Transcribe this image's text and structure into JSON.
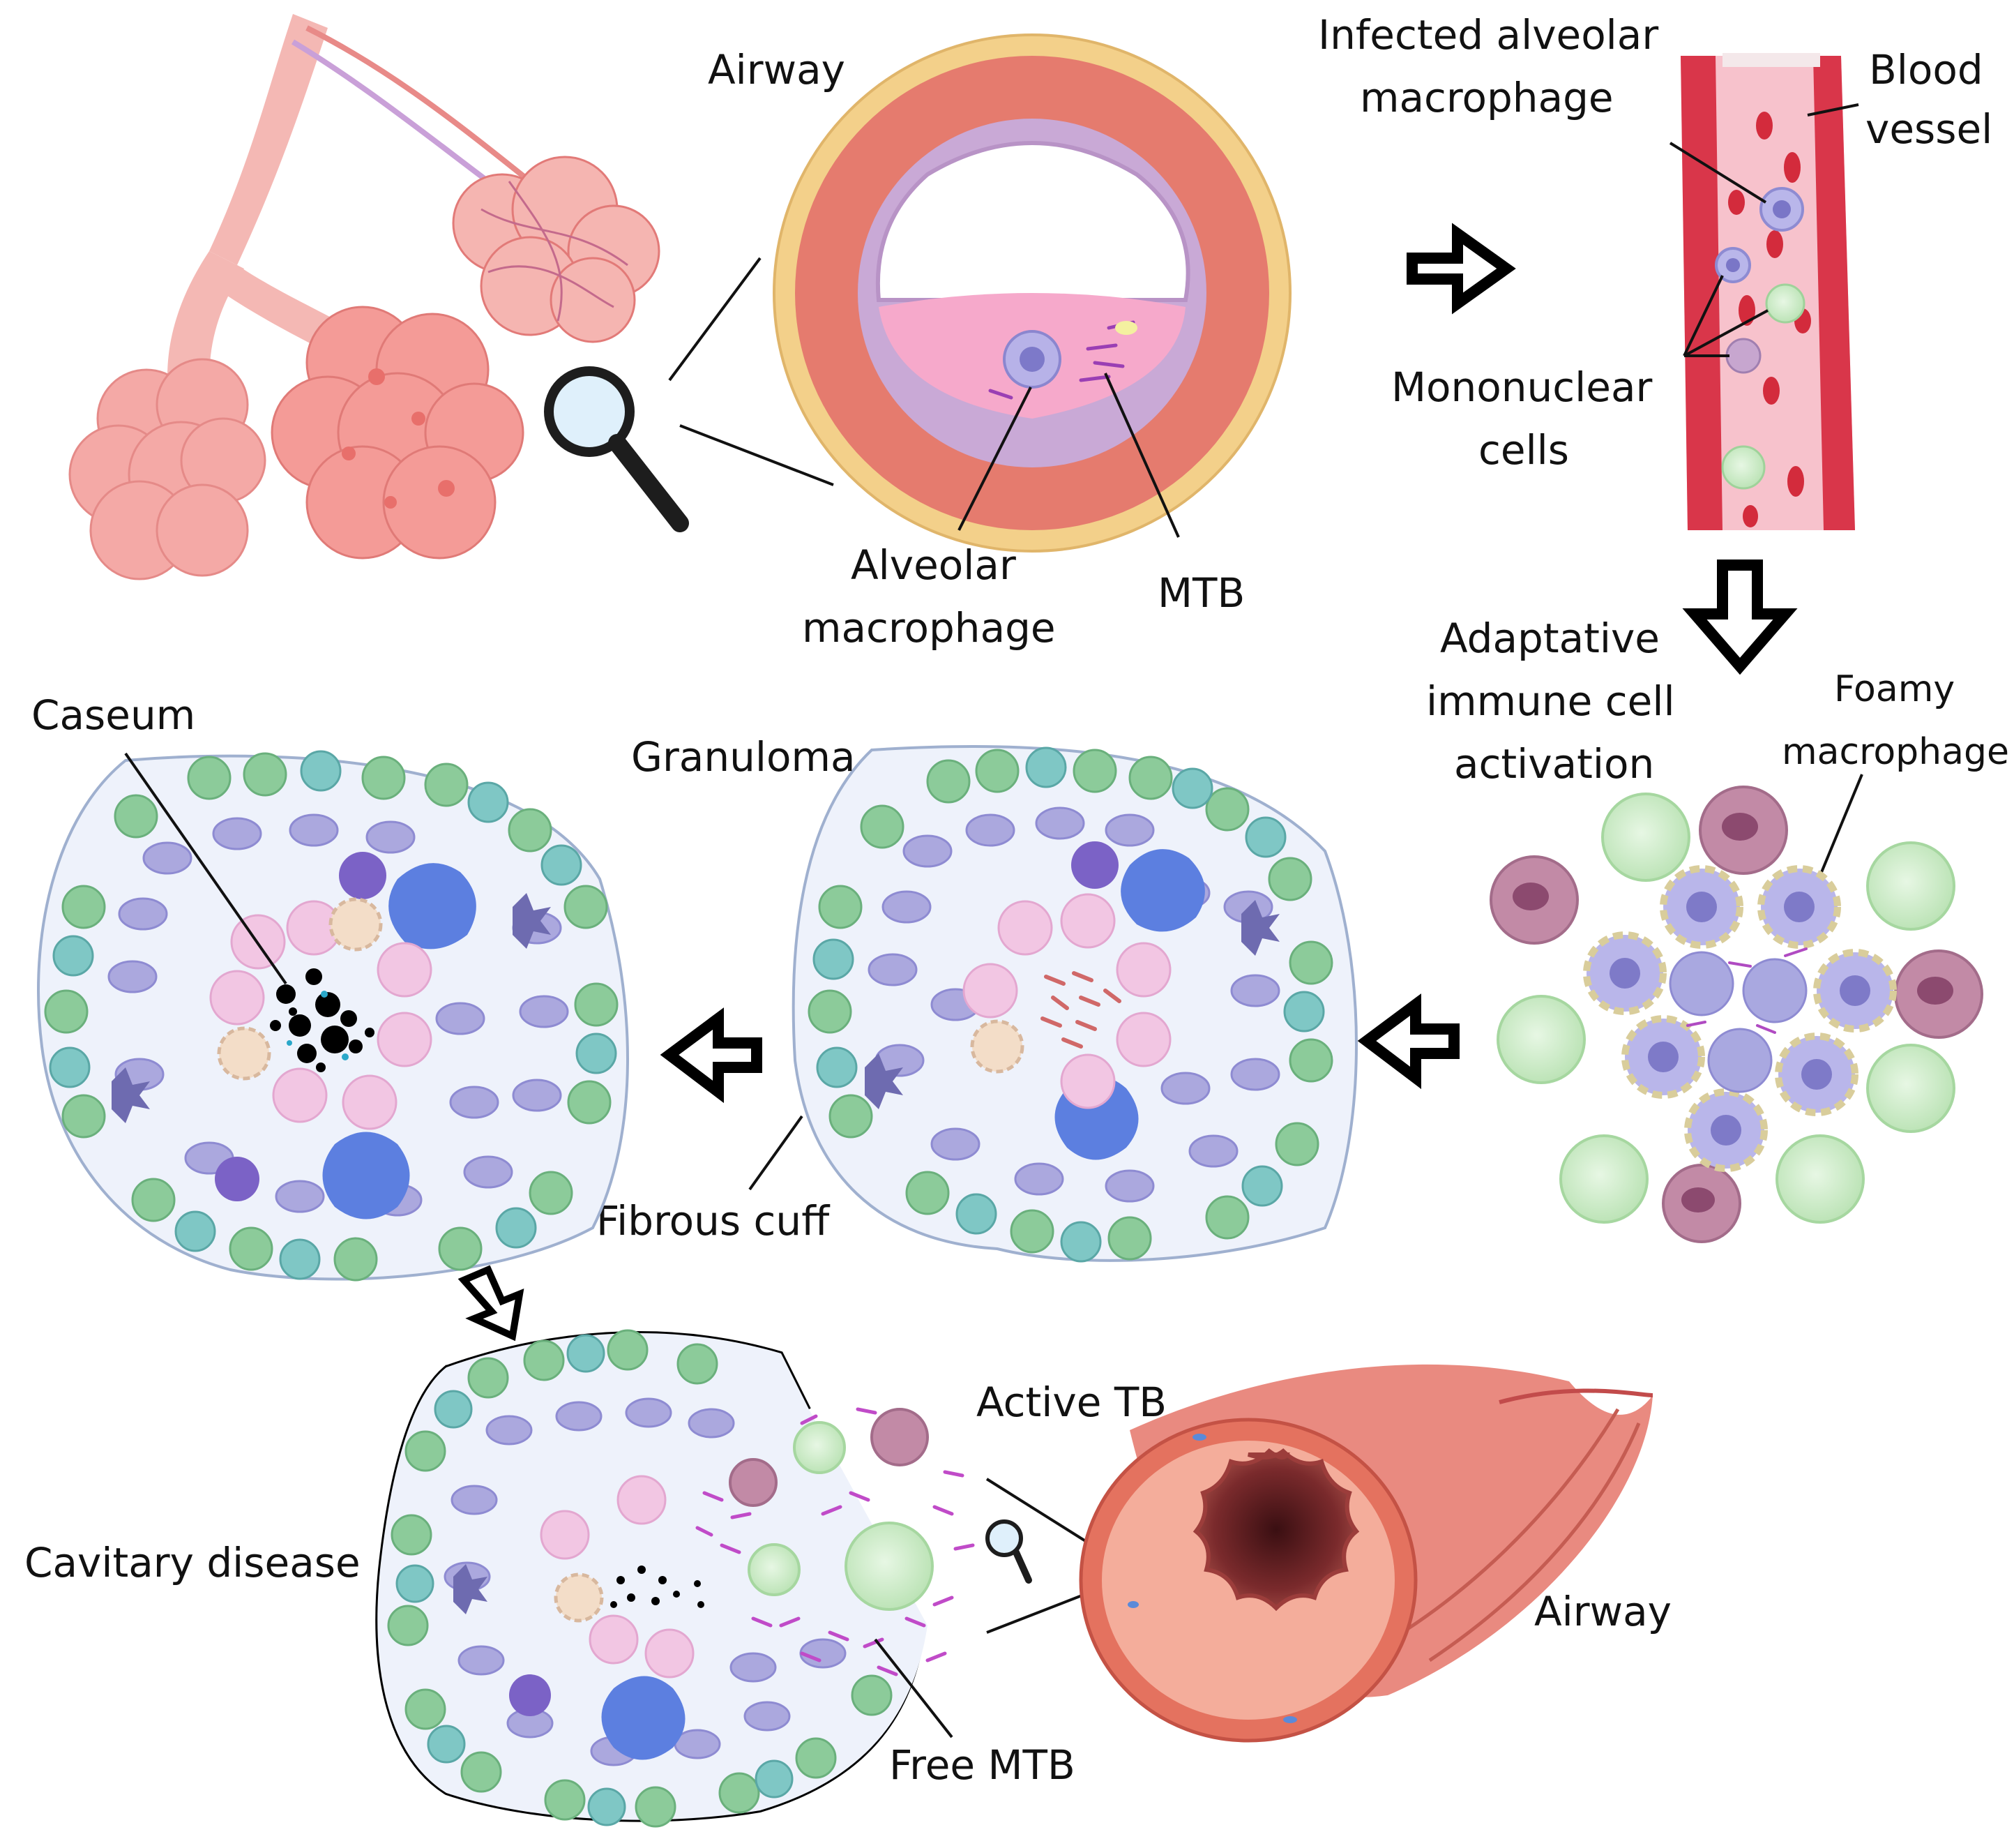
{
  "labels": {
    "airway_top": "Airway",
    "infected_line1": "Infected alveolar",
    "infected_line2": "macrophage",
    "blood_line1": "Blood",
    "blood_line2": "vessel",
    "mononuclear_line1": "Mononuclear",
    "mononuclear_line2": "cells",
    "alveolar_line1": "Alveolar",
    "alveolar_line2": "macrophage",
    "mtb": "MTB",
    "adaptive_line1": "Adaptative",
    "adaptive_line2": "immune cell",
    "adaptive_line3": "activation",
    "foamy_line1": "Foamy",
    "foamy_line2": "macrophage",
    "caseum": "Caseum",
    "granuloma": "Granuloma",
    "fibrous_cuff": "Fibrous cuff",
    "active_tb": "Active TB",
    "cavitary_disease": "Cavitary disease",
    "airway_bottom": "Airway",
    "free_mtb": "Free MTB"
  },
  "colors": {
    "lung_pink": "#f2a3a3",
    "airway_wall": "#e6806f",
    "airway_outer": "#f2d088",
    "vessel_red": "#d9364a",
    "vessel_lumen": "#f7c2cc",
    "macrophage_purple": "#a9a8e0",
    "lymph_green": "#cfeccb",
    "neutrophil_mauve": "#c98aa5",
    "epithelioid_blue": "#5c7fe0",
    "bacteria_magenta": "#b04bc2",
    "caseum_black": "#000000"
  },
  "icons": [
    "magnifier-icon",
    "arrow-right-icon",
    "arrow-down-icon",
    "arrow-left-icon"
  ]
}
